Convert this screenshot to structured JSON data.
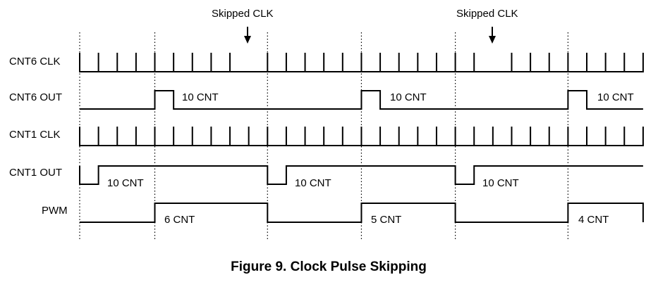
{
  "figure": {
    "caption": "Figure 9. Clock Pulse Skipping"
  },
  "signals": [
    {
      "id": "cnt6_clk",
      "label": "CNT6 CLK"
    },
    {
      "id": "cnt6_out",
      "label": "CNT6 OUT"
    },
    {
      "id": "cnt1_clk",
      "label": "CNT1 CLK"
    },
    {
      "id": "cnt1_out",
      "label": "CNT1 OUT"
    },
    {
      "id": "pwm",
      "label": "PWM"
    }
  ],
  "annotations": {
    "skip_1": "Skipped CLK",
    "skip_2": "Skipped CLK",
    "cnt6_out_counts": [
      "10 CNT",
      "10 CNT",
      "10 CNT"
    ],
    "cnt1_out_counts": [
      "10 CNT",
      "10 CNT",
      "10 CNT"
    ],
    "pwm_counts": [
      "6 CNT",
      "5 CNT",
      "4 CNT"
    ]
  },
  "timing": {
    "total_slots": 30,
    "cnt6_clk_skipped_slots": [
      9,
      22
    ],
    "cnt6_out_pulse_slots": [
      4,
      15,
      26
    ],
    "cnt1_out_low_slots": [
      0,
      10,
      20
    ],
    "pwm_high_ranges": [
      [
        4,
        10
      ],
      [
        15,
        20
      ],
      [
        26,
        30
      ]
    ],
    "guide_slots": [
      0,
      4,
      10,
      15,
      20,
      26
    ]
  }
}
